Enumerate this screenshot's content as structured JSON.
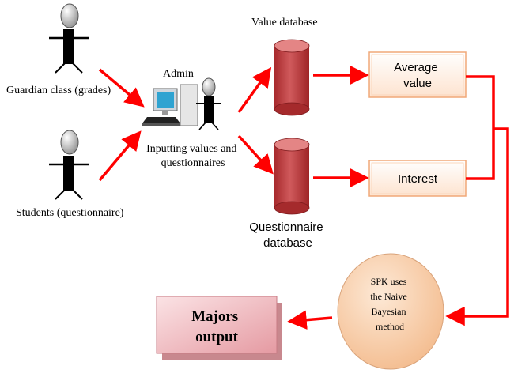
{
  "actors": {
    "guardian": "Guardian class (grades)",
    "students": "Students (questionnaire)",
    "admin": "Admin"
  },
  "admin_caption": [
    "Inputting values and",
    "questionnaires"
  ],
  "databases": {
    "value": "Value database",
    "questionnaire": [
      "Questionnaire",
      "database"
    ]
  },
  "process_boxes": {
    "average": [
      "Average",
      "value"
    ],
    "interest": "Interest"
  },
  "spk": [
    "SPK uses",
    "the Naive",
    "Bayesian",
    "method"
  ],
  "output": [
    "Majors",
    "output"
  ],
  "colors": {
    "arrow": "#ff0000",
    "cylinder": "#c0393b",
    "cylinder_top": "#e07c7c",
    "box_border": "#f3b28a",
    "box_fill": "#fff1e4",
    "circle_fill": "#f9d2ae",
    "output_fill": "#f3c3c7"
  }
}
